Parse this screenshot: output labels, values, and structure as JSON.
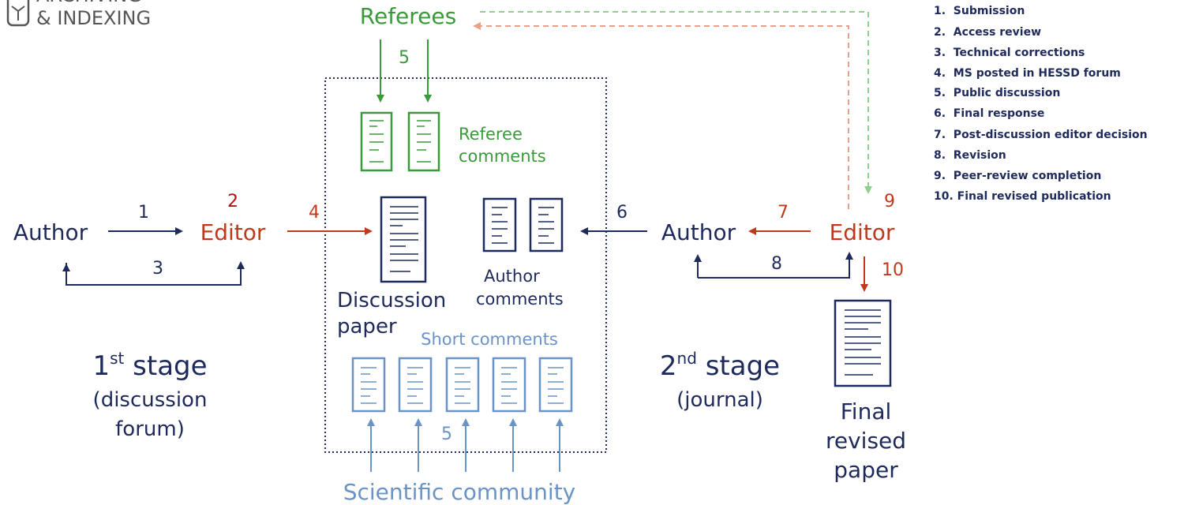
{
  "logo": {
    "line1": "ARCHIVING",
    "line2": "& INDEXING"
  },
  "nodes": {
    "referees": "Referees",
    "author_left": "Author",
    "editor_left": "Editor",
    "author_right": "Author",
    "editor_right": "Editor",
    "scientific_community": "Scientific community"
  },
  "documents": {
    "referee_comments_line1": "Referee",
    "referee_comments_line2": "comments",
    "discussion_paper_line1": "Discussion",
    "discussion_paper_line2": "paper",
    "author_comments_line1": "Author",
    "author_comments_line2": "comments",
    "short_comments": "Short comments",
    "final_line1": "Final",
    "final_line2": "revised",
    "final_line3": "paper"
  },
  "stages": {
    "first_num": "1",
    "first_sup": "st",
    "first_word": " stage",
    "first_line2": "(discussion",
    "first_line3": "forum)",
    "second_num": "2",
    "second_sup": "nd",
    "second_word": " stage",
    "second_line2": "(journal)"
  },
  "step_labels": {
    "s1": "1",
    "s2": "2",
    "s3": "3",
    "s4": "4",
    "s5_referees": "5",
    "s5_community": "5",
    "s6": "6",
    "s7": "7",
    "s8": "8",
    "s9": "9",
    "s10": "10"
  },
  "legend": [
    "1.  Submission",
    "2.  Access review",
    "3.  Technical corrections",
    "4.  MS posted in HESSD forum",
    "5.  Public discussion",
    "6.  Final response",
    "7.  Post-discussion editor decision",
    "8.  Revision",
    "9.  Peer-review completion",
    "10. Final revised publication"
  ],
  "colors": {
    "navy": "#1f2a5c",
    "red": "#c0391b",
    "green": "#3a9a3a",
    "blue": "#6a93c6",
    "dashed_green": "#8fcf8f",
    "dashed_red": "#e8a08a"
  }
}
